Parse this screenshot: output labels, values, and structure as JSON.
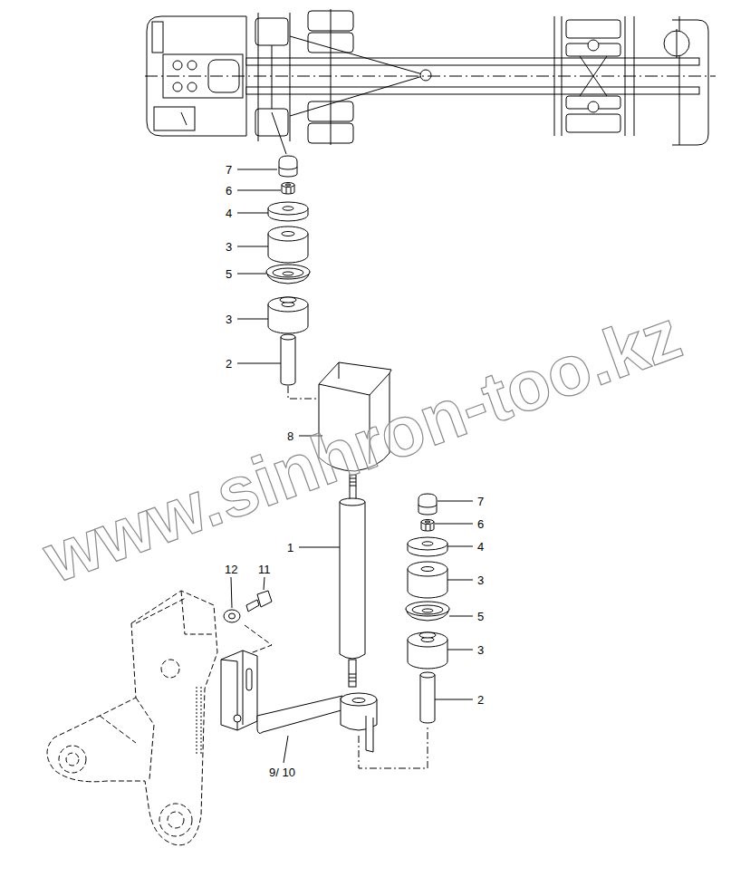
{
  "diagram": {
    "labels": [
      "7",
      "6",
      "4",
      "3",
      "5",
      "3",
      "2",
      "8",
      "1",
      "7",
      "6",
      "4",
      "3",
      "5",
      "3",
      "2",
      "12",
      "11",
      "9/ 10",
      "www.sinhron-too.kz"
    ]
  }
}
